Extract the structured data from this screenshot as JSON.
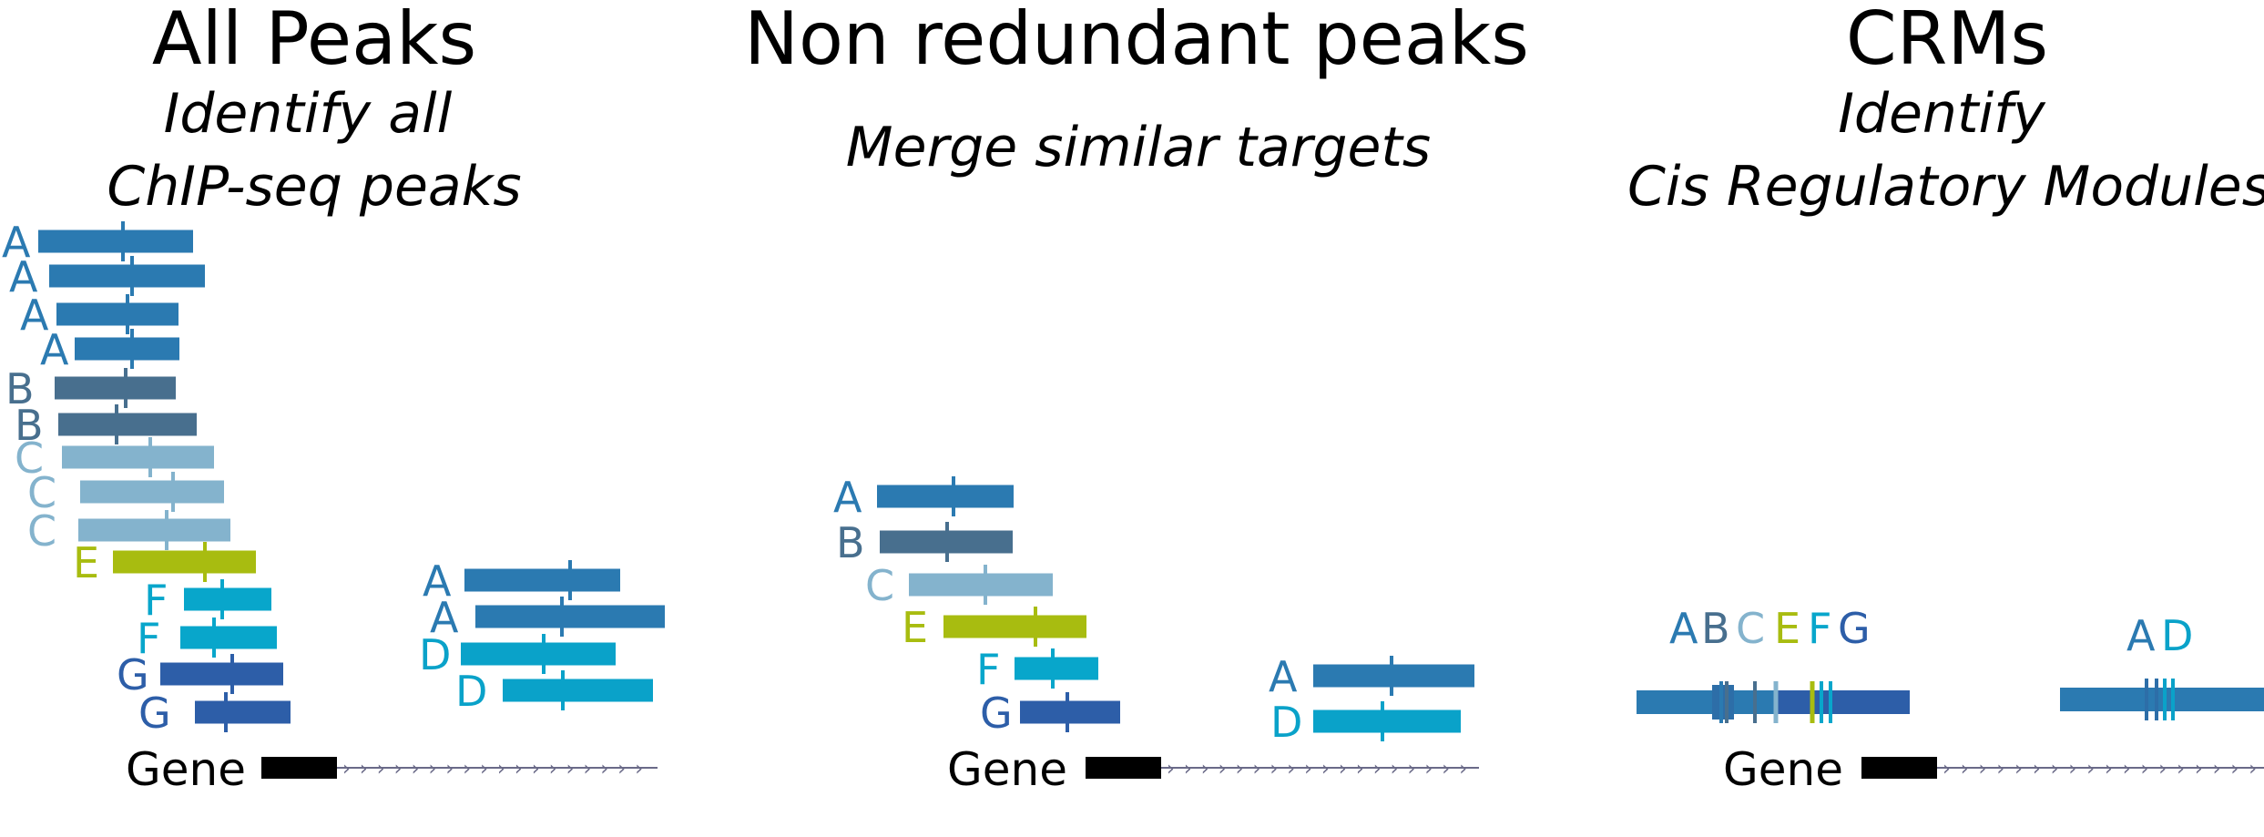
{
  "colors": {
    "A": "#2b7ab1",
    "B": "#486f8e",
    "C": "#84b3cd",
    "D": "#0aa2c9",
    "E": "#a8bc10",
    "F": "#08a6cb",
    "G": "#2d5ea8",
    "gene": "#000000",
    "intron": "#6a6a88"
  },
  "panels": [
    {
      "title": "All Peaks",
      "subtitle_lines": [
        "Identify all",
        "ChIP-seq peaks"
      ],
      "gene_label": "Gene",
      "peaks": [
        {
          "label": "A"
        },
        {
          "label": "A"
        },
        {
          "label": "A"
        },
        {
          "label": "A"
        },
        {
          "label": "B"
        },
        {
          "label": "B"
        },
        {
          "label": "C"
        },
        {
          "label": "C"
        },
        {
          "label": "C"
        },
        {
          "label": "E"
        },
        {
          "label": "F"
        },
        {
          "label": "F"
        },
        {
          "label": "G"
        },
        {
          "label": "G"
        },
        {
          "label": "A"
        },
        {
          "label": "A"
        },
        {
          "label": "D"
        },
        {
          "label": "D"
        }
      ]
    },
    {
      "title": "Non redundant peaks",
      "subtitle_lines": [
        "Merge similar targets"
      ],
      "gene_label": "Gene",
      "peaks": [
        {
          "label": "A"
        },
        {
          "label": "B"
        },
        {
          "label": "C"
        },
        {
          "label": "E"
        },
        {
          "label": "F"
        },
        {
          "label": "G"
        },
        {
          "label": "A"
        },
        {
          "label": "D"
        }
      ]
    },
    {
      "title": "CRMs",
      "subtitle_lines": [
        "Identify",
        "Cis Regulatory Modules"
      ],
      "gene_label": "Gene",
      "crm_groups": [
        {
          "labels": [
            "A",
            "B",
            "C",
            "E",
            "F",
            "G"
          ]
        },
        {
          "labels": [
            "A",
            "D"
          ]
        }
      ]
    }
  ]
}
